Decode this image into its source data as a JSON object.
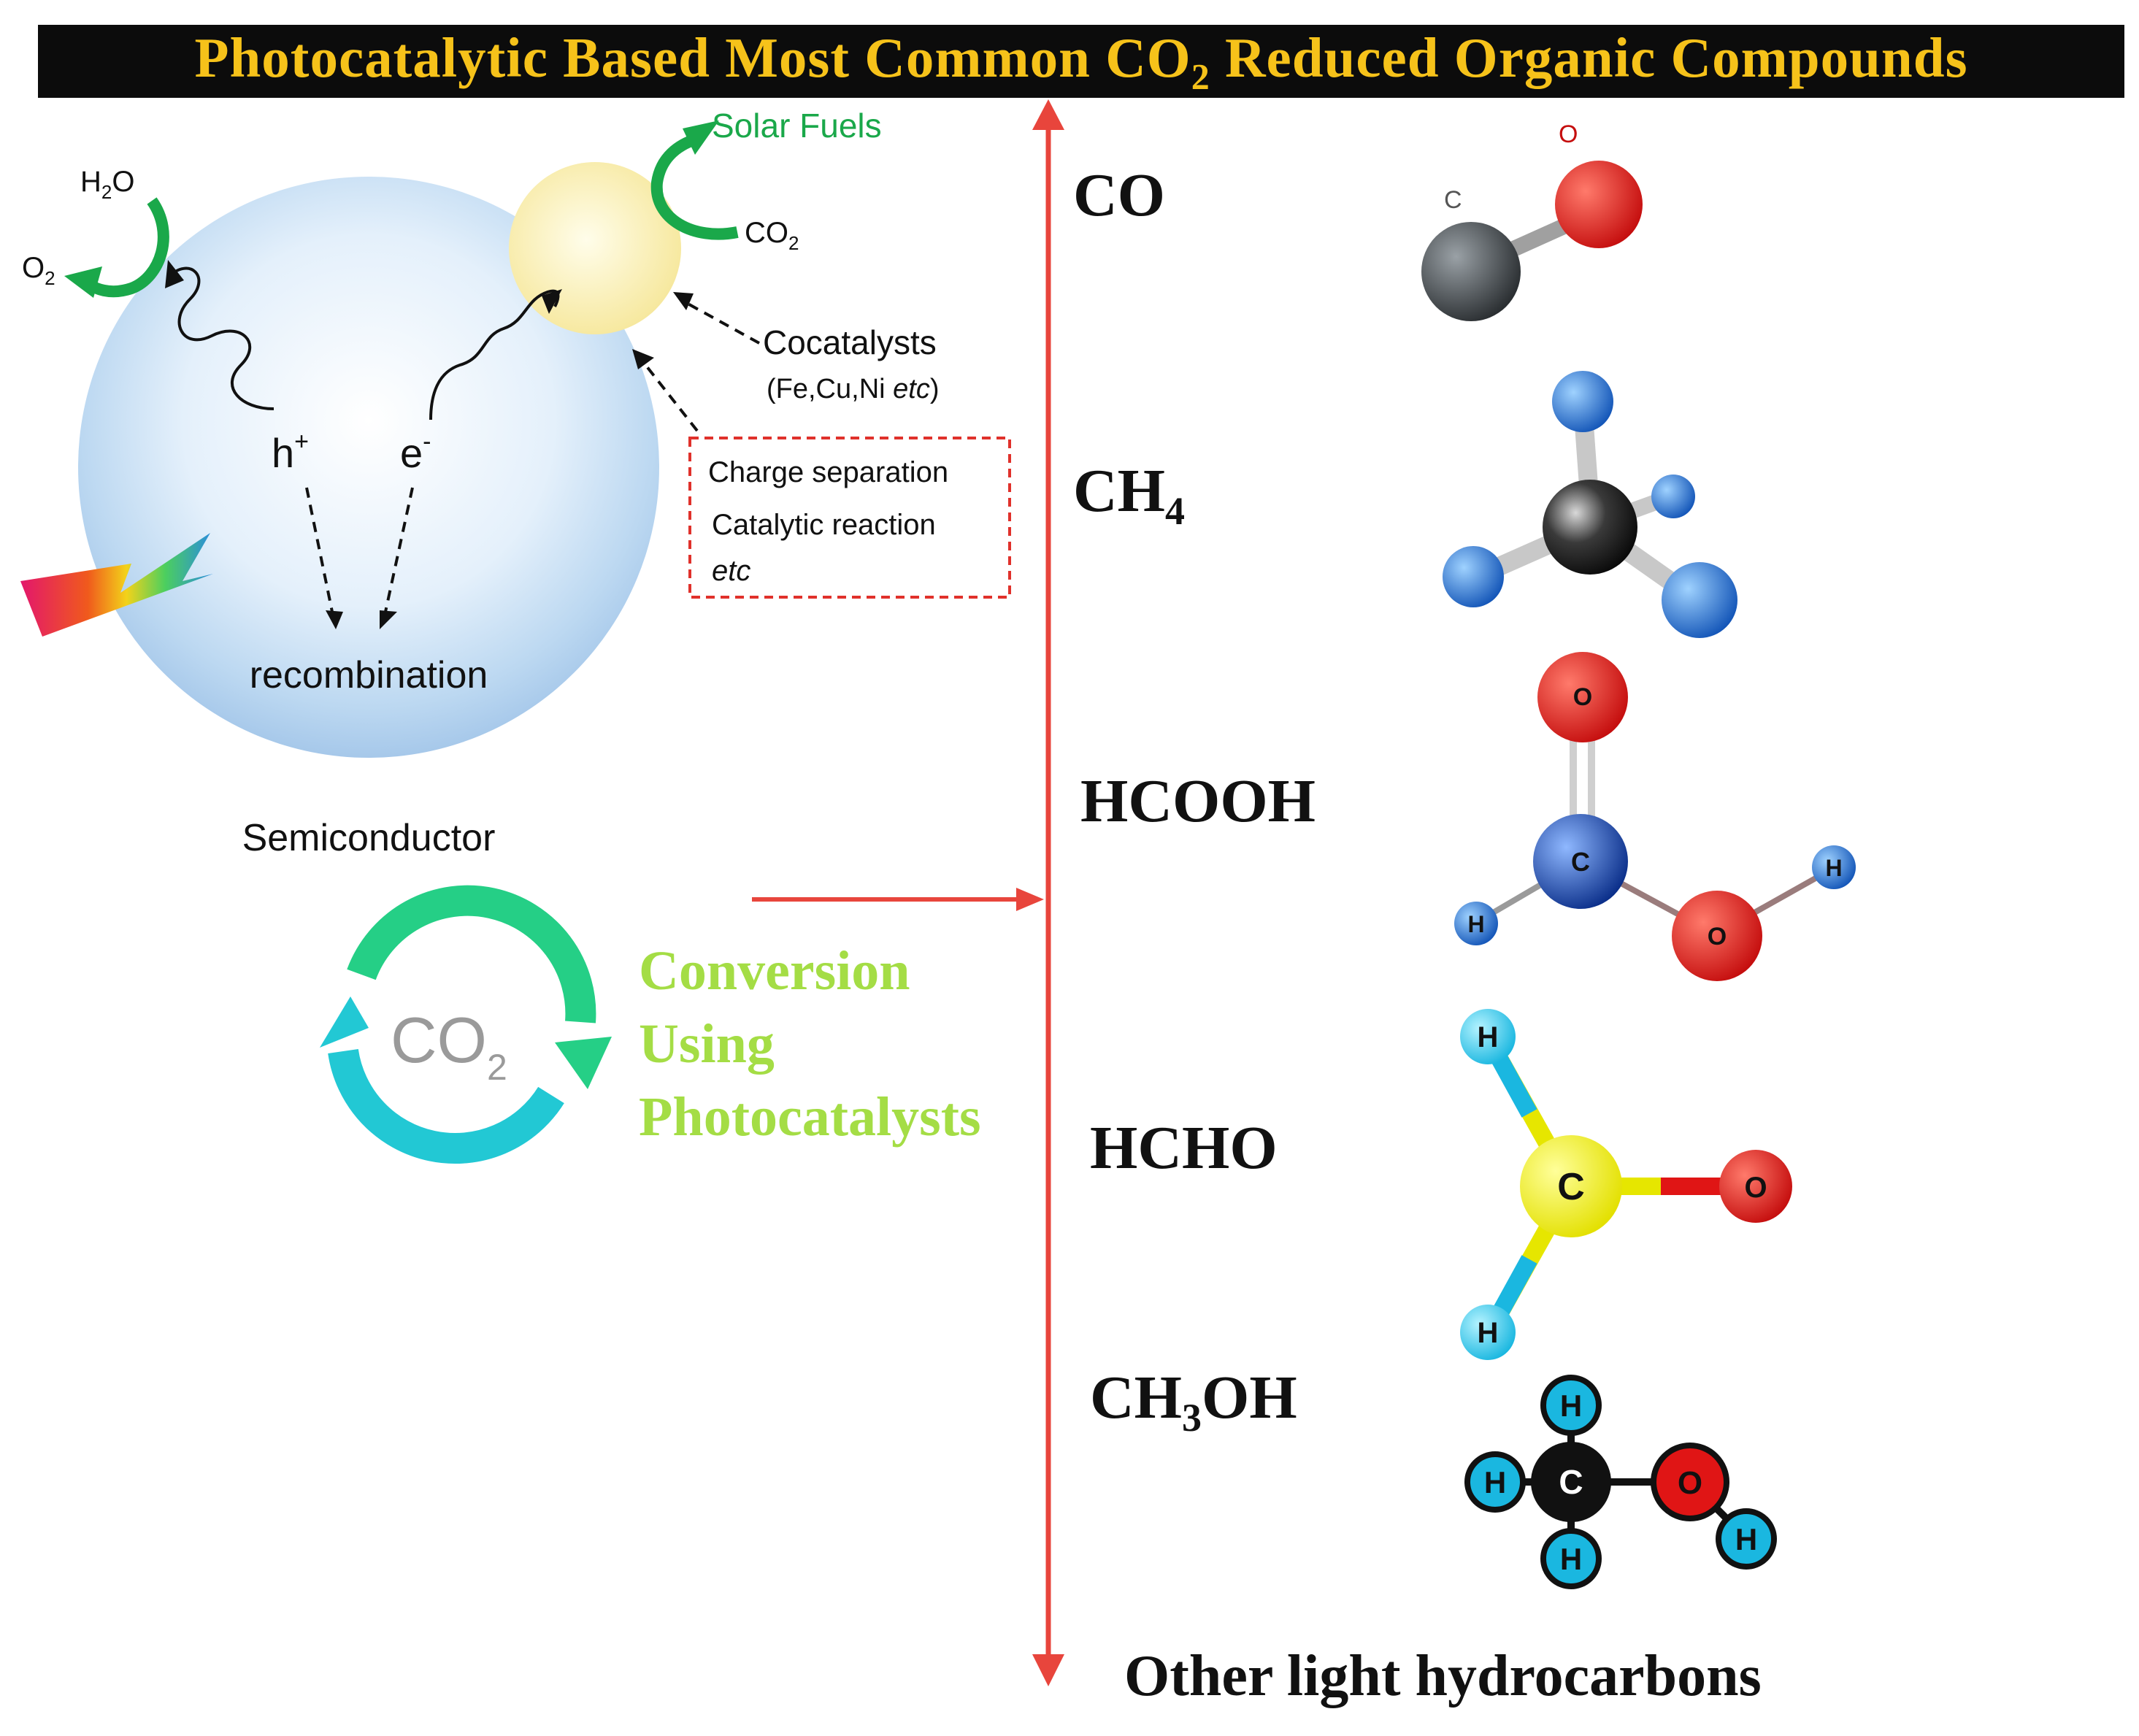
{
  "title": {
    "before": "Photocatalytic Based Most Common CO",
    "sub": "2",
    "after": " Reduced Organic Compounds"
  },
  "semiconductor": {
    "label": "Semiconductor",
    "h2o": {
      "main": "H",
      "sub": "2",
      "end": "O"
    },
    "o2": {
      "main": "O",
      "sub": "2"
    },
    "solar_fuels": "Solar Fuels",
    "co2": {
      "main": "CO",
      "sub": "2"
    },
    "cocatalysts": "Cocatalysts",
    "cocatalysts_examples": {
      "main": "(Fe,Cu,Ni ",
      "italic": "etc",
      "end": ")"
    },
    "hole": {
      "main": "h",
      "sup": "+"
    },
    "electron": {
      "main": "e",
      "sup": "-"
    },
    "recombination": "recombination",
    "box_lines": [
      "Charge separation",
      "Catalytic reaction"
    ],
    "box_italic": "etc"
  },
  "cycle": {
    "co2": {
      "main": "CO",
      "sub": "2"
    },
    "caption_lines": [
      "Conversion",
      "Using",
      "Photocatalysts"
    ]
  },
  "products": [
    {
      "main": "CO",
      "sub": "",
      "end": ""
    },
    {
      "main": "CH",
      "sub": "4",
      "end": ""
    },
    {
      "main": "HCOOH",
      "sub": "",
      "end": ""
    },
    {
      "main": "HCHO",
      "sub": "",
      "end": ""
    },
    {
      "main": "CH",
      "sub": "3",
      "end": "OH"
    }
  ],
  "other": "Other light hydrocarbons",
  "atom_labels": {
    "co": [
      "C",
      "O"
    ],
    "hcooh": [
      "O",
      "C",
      "H",
      "O",
      "H"
    ],
    "hcho": [
      "H",
      "C",
      "O",
      "H"
    ],
    "ch3oh": [
      "H",
      "H",
      "C",
      "O",
      "H",
      "H"
    ]
  },
  "colors": {
    "title_bg": "#0c0c0c",
    "title_text": "#f6c21a",
    "axis": "#e8453c",
    "cycle_green": "#25cf86",
    "cycle_cyan": "#22c8d4",
    "caption_green": "#a4dd45",
    "solar_green": "#1aa84a"
  }
}
